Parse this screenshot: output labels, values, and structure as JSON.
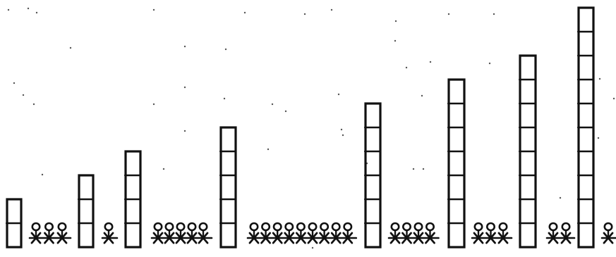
{
  "colors": {
    "ink": "#111111",
    "paper": "#ffffff",
    "speck": "#555555"
  },
  "sequence": [
    {
      "kind": "tower",
      "blocks": 2
    },
    {
      "kind": "figures",
      "count": 3
    },
    {
      "kind": "tower",
      "blocks": 3
    },
    {
      "kind": "figures",
      "count": 1
    },
    {
      "kind": "tower",
      "blocks": 4
    },
    {
      "kind": "figures",
      "count": 5
    },
    {
      "kind": "tower",
      "blocks": 5
    },
    {
      "kind": "figures",
      "count": 9
    },
    {
      "kind": "tower",
      "blocks": 6
    },
    {
      "kind": "figures",
      "count": 4
    },
    {
      "kind": "tower",
      "blocks": 7
    },
    {
      "kind": "figures",
      "count": 3
    },
    {
      "kind": "tower",
      "blocks": 8
    },
    {
      "kind": "figures",
      "count": 2
    },
    {
      "kind": "tower",
      "blocks": 10
    },
    {
      "kind": "figures",
      "count": 1
    }
  ]
}
